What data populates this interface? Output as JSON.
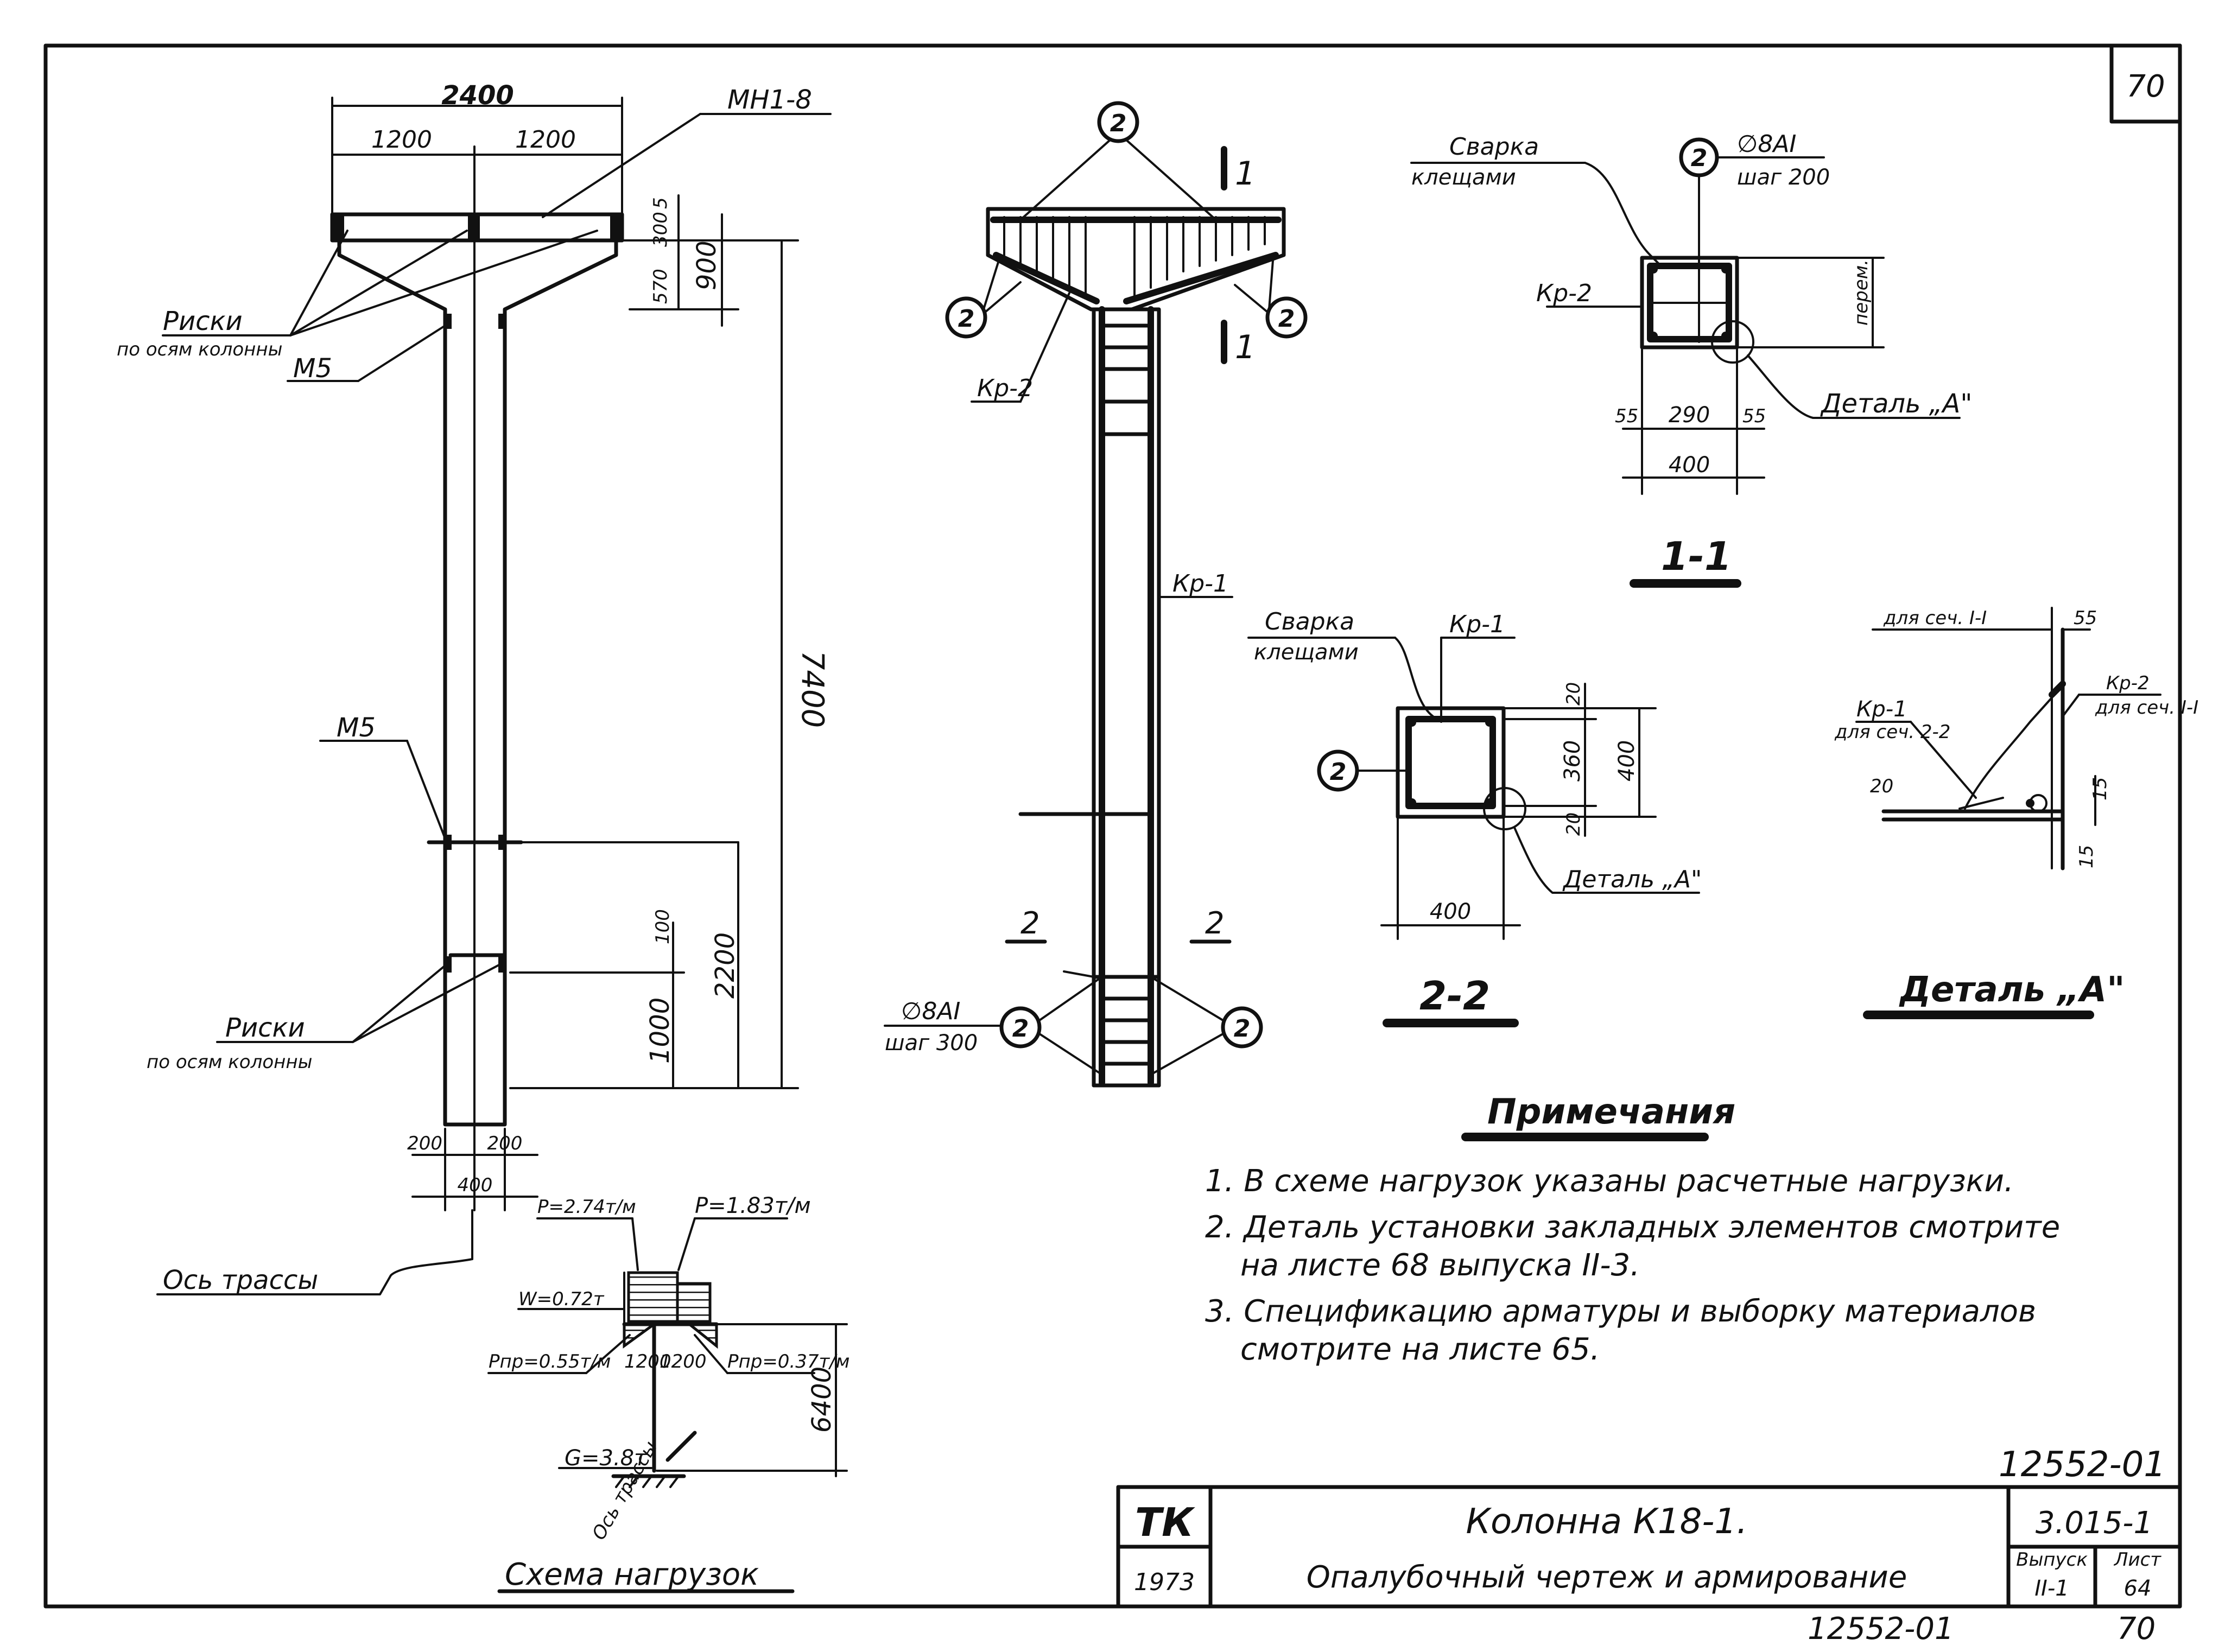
{
  "sheet_number": "70",
  "elevation": {
    "dim_top_total": "2400",
    "dim_left": "1200",
    "dim_right": "1200",
    "embedded_part": "МН1-8",
    "axis_marks_label": "Риски",
    "axis_marks_sub": "по осям колонны",
    "m5_top": "М5",
    "m5_mid": "М5",
    "dim_570": "570",
    "dim_300": "300",
    "dim_5": "5",
    "dim_900": "900",
    "dim_total_height": "7400",
    "dim_100": "100",
    "dim_2200": "2200",
    "dim_1000": "1000",
    "dim_bottom_200a": "200",
    "dim_bottom_200b": "200",
    "dim_bottom_400": "400",
    "axis_marks_label_2": "Риски",
    "axis_marks_sub_2": "по осям колонны",
    "route_axis": "Ось трассы"
  },
  "load_scheme": {
    "p_left": "P=2.74т/м",
    "p_right": "P=1.83т/м",
    "wind": "W=0.72т",
    "p_wire_left": "Pпр=0.55т/м",
    "p_wire_right": "Pпр=0.37т/м",
    "dim_1200a": "1200",
    "dim_1200b": "1200",
    "dim_6400": "6400",
    "gravity": "G=3.8т",
    "route_axis": "Ось трассы",
    "title": "Схема нагрузок"
  },
  "reinforcement": {
    "marker": "2",
    "section_mark": "1",
    "kp2": "Кр-2",
    "kp1": "Кр-1",
    "section_22_left": "2",
    "section_22_right": "2",
    "rebar_spec": "∅8АI",
    "rebar_step": "шаг 300"
  },
  "section_11": {
    "welding": "Сварка",
    "welding_sub": "клещами",
    "marker": "2",
    "rebar_spec": "∅8АI",
    "rebar_step": "шаг 200",
    "kp2": "Кр-2",
    "dim_vertical": "перем.",
    "dim_55a": "55",
    "dim_290": "290",
    "dim_55b": "55",
    "dim_400": "400",
    "detail_ref": "Деталь „А\"",
    "title": "1-1"
  },
  "section_22": {
    "welding": "Сварка",
    "welding_sub": "клещами",
    "kp1": "Кр-1",
    "marker": "2",
    "dim_20a": "20",
    "dim_360": "360",
    "dim_20b": "20",
    "dim_400v": "400",
    "dim_400h": "400",
    "detail_ref": "Деталь „А\"",
    "title": "2-2"
  },
  "detail_a": {
    "for_sect_11": "для сеч. I-I",
    "dim_55": "55",
    "kp2": "Кр-2",
    "kp2_sub": "для сеч. I-I",
    "kp1": "Кр-1",
    "kp1_sub": "для сеч. 2-2",
    "dim_20": "20",
    "dim_15": "15",
    "dim_15b": "15",
    "title": "Деталь „А\""
  },
  "notes": {
    "heading": "Примечания",
    "line1": "1. В схеме нагрузок указаны расчетные нагрузки.",
    "line2a": "2. Деталь установки закладных элементов смотрите",
    "line2b": "на листе 68 выпуска II-3.",
    "line3a": "3. Спецификацию арматуры и выборку материалов",
    "line3b": "смотрите на листе 65."
  },
  "title_block": {
    "doc_number": "12552-01",
    "logo": "ТК",
    "year": "1973",
    "name_line1": "Колонна К18-1.",
    "name_line2": "Опалубочный чертеж и армирование",
    "series": "3.015-1",
    "issue_label": "Выпуск",
    "issue_value": "II-1",
    "sheet_label": "Лист",
    "sheet_value": "64"
  },
  "footer": {
    "doc_number": "12552-01",
    "page": "70"
  }
}
